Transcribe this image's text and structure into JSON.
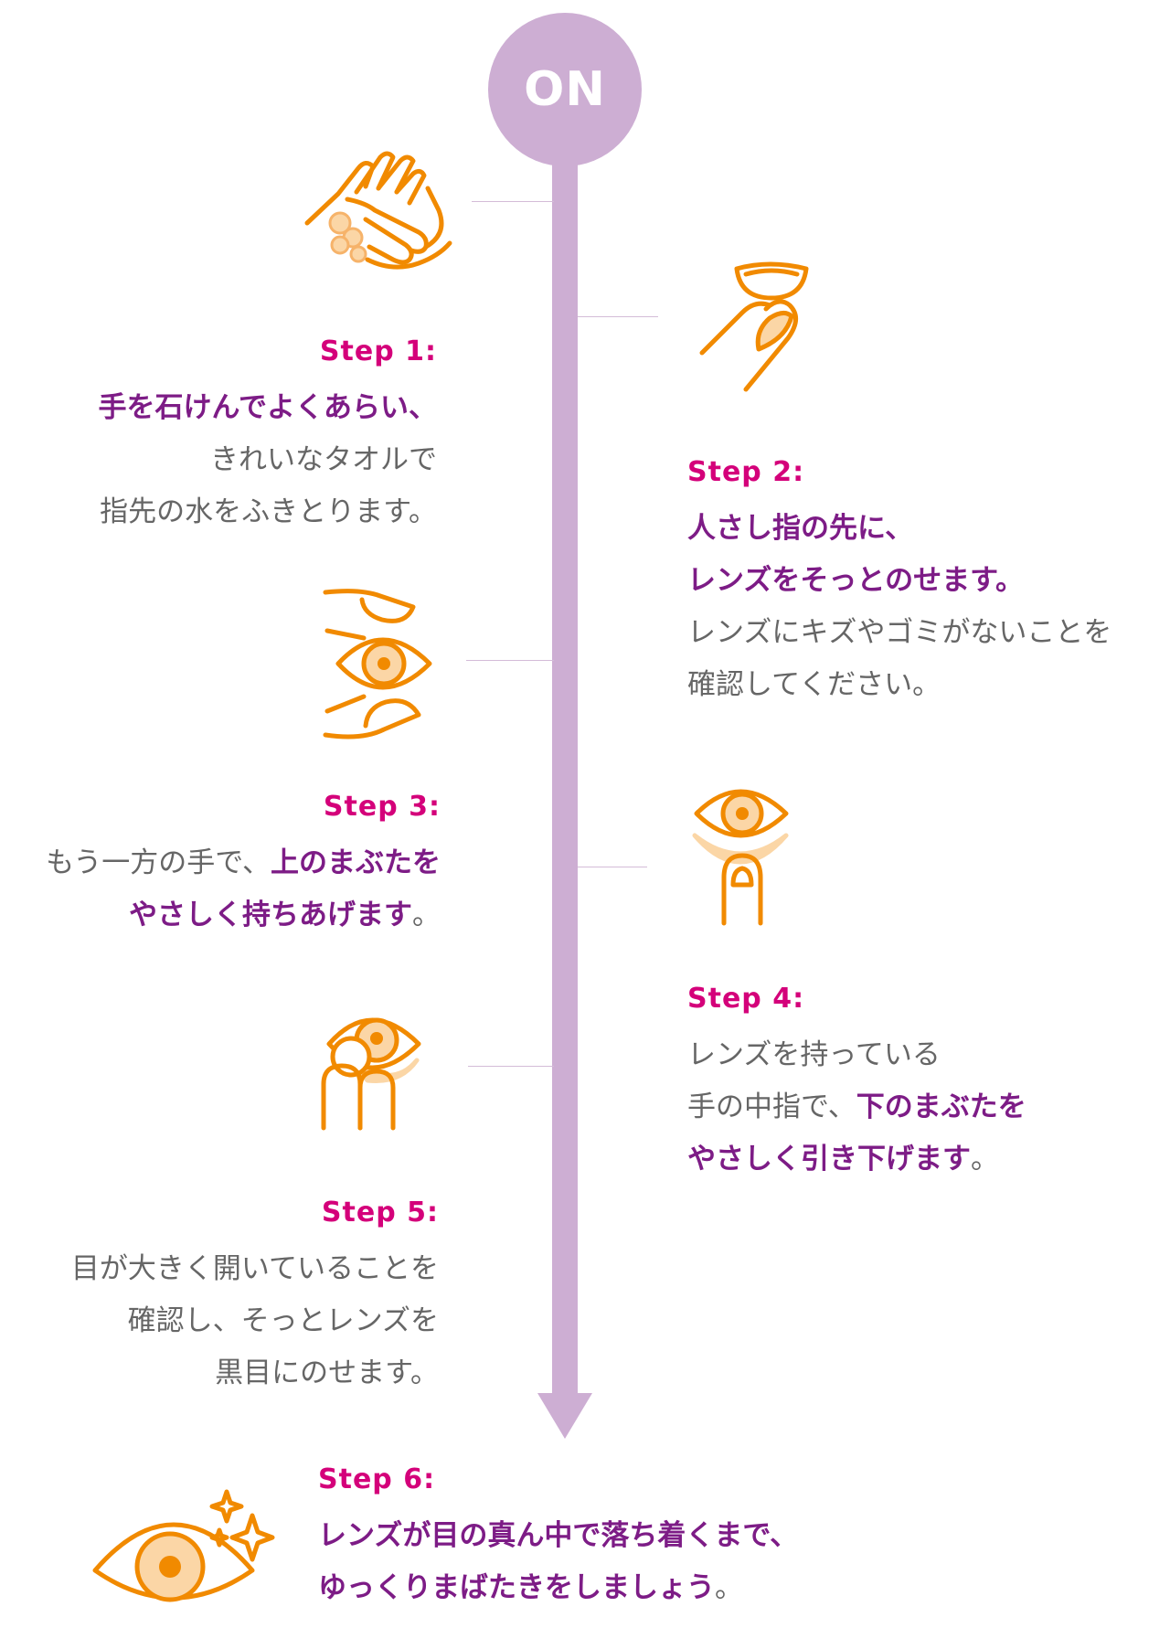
{
  "header": {
    "on_label": "ON"
  },
  "colors": {
    "accent_orange": "#f18a00",
    "light_orange": "#fbd6a6",
    "timeline_purple": "#cdaed3",
    "step_magenta": "#d4007a",
    "emphasis_purple": "#7d1c86",
    "body_gray": "#666666"
  },
  "steps": [
    {
      "label": "Step 1:",
      "icon": "hand-washing-icon",
      "lines": [
        [
          {
            "text": "手を石けんでよくあらい、",
            "bold": true
          }
        ],
        [
          {
            "text": "きれいなタオルで",
            "bold": false
          }
        ],
        [
          {
            "text": "指先の水をふきとります。",
            "bold": false
          }
        ]
      ]
    },
    {
      "label": "Step 2:",
      "icon": "lens-on-fingertip-icon",
      "lines": [
        [
          {
            "text": "人さし指の先に、",
            "bold": true
          }
        ],
        [
          {
            "text": "レンズをそっとのせます。",
            "bold": true
          }
        ],
        [
          {
            "text": "レンズにキズやゴミがないことを",
            "bold": false
          }
        ],
        [
          {
            "text": "確認してください。",
            "bold": false
          }
        ]
      ]
    },
    {
      "label": "Step 3:",
      "icon": "eye-fingers-open-icon",
      "lines": [
        [
          {
            "text": "もう一方の手で、",
            "bold": false
          },
          {
            "text": "上のまぶたを",
            "bold": true
          }
        ],
        [
          {
            "text": "やさしく持ちあげます",
            "bold": true
          },
          {
            "text": "。",
            "bold": false
          }
        ]
      ]
    },
    {
      "label": "Step 4:",
      "icon": "eye-lower-lid-finger-icon",
      "lines": [
        [
          {
            "text": "レンズを持っている",
            "bold": false
          }
        ],
        [
          {
            "text": "手の中指で、",
            "bold": false
          },
          {
            "text": "下のまぶたを",
            "bold": true
          }
        ],
        [
          {
            "text": "やさしく引き下げます",
            "bold": true
          },
          {
            "text": "。",
            "bold": false
          }
        ]
      ]
    },
    {
      "label": "Step 5:",
      "icon": "lens-insertion-icon",
      "lines": [
        [
          {
            "text": "目が大きく開いていることを",
            "bold": false
          }
        ],
        [
          {
            "text": "確認し、そっとレンズを",
            "bold": false
          }
        ],
        [
          {
            "text": "黒目にのせます。",
            "bold": false
          }
        ]
      ]
    },
    {
      "label": "Step 6:",
      "icon": "sparkling-eye-icon",
      "lines": [
        [
          {
            "text": "レンズが目の真ん中で落ち着くまで、",
            "bold": true
          }
        ],
        [
          {
            "text": "ゆっくりまばたきをしましょう",
            "bold": true
          },
          {
            "text": "。",
            "bold": false
          }
        ]
      ]
    }
  ]
}
